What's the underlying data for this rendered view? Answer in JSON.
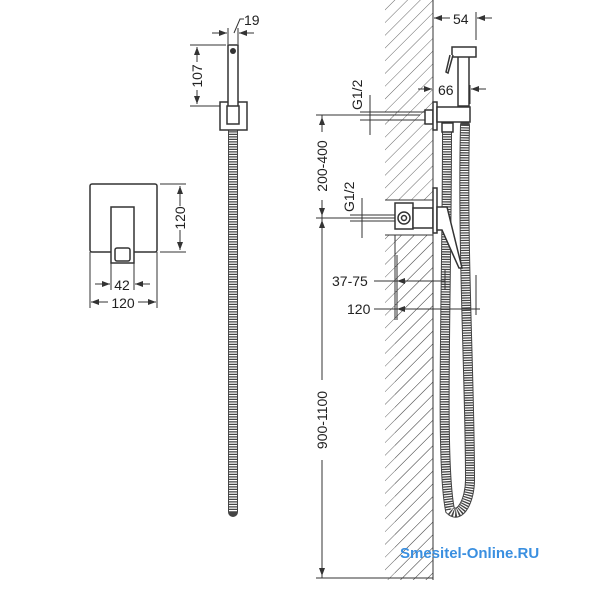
{
  "front_view": {
    "height_label": "120",
    "lever_width_label": "42",
    "width_label": "120"
  },
  "hand_shower_view": {
    "width_label": "19",
    "length_label": "107"
  },
  "side_view": {
    "shower_width_label": "54",
    "shower_offset_label": "66",
    "upper_thread_label": "G1/2",
    "lower_thread_label": "G1/2",
    "spacing_label": "200-400",
    "height_label": "900-1100",
    "depth_range_label": "37-75",
    "depth_label": "120"
  },
  "watermark": "Smesitel-Online.RU"
}
